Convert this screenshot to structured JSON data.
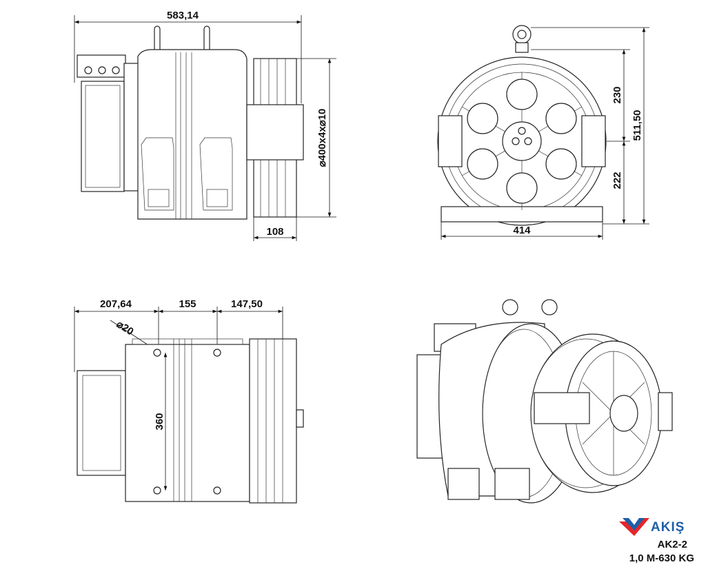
{
  "views": {
    "side": {
      "overall_length": "583,14",
      "sheave_width": "108",
      "sheave_spec": "⌀400x4x⌀10"
    },
    "front": {
      "upper_height": "230",
      "lower_height": "222",
      "total_height": "511,50",
      "width": "414"
    },
    "top": {
      "dim_a": "207,64",
      "dim_b": "155",
      "dim_c": "147,50",
      "hole_dia": "⌀20",
      "hole_spacing": "360"
    }
  },
  "title_block": {
    "logo_text": "AKIŞ",
    "model": "AK2-2",
    "spec": "1,0 M-630 KG"
  },
  "colors": {
    "logo_red": "#e3262b",
    "logo_blue": "#1d5fa8"
  }
}
